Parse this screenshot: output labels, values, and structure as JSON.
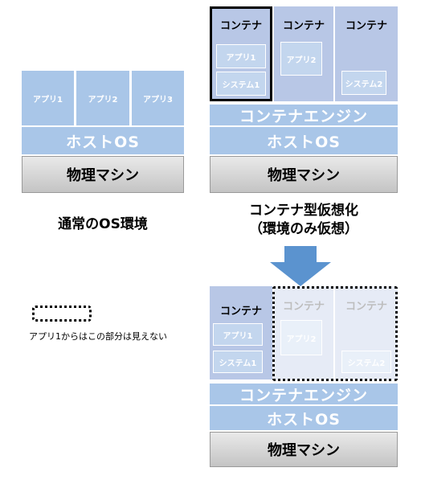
{
  "left": {
    "apps": [
      "アプリ1",
      "アプリ2",
      "アプリ3"
    ],
    "host_os": "ホストOS",
    "machine": "物理マシン",
    "caption": "通常のOS環境"
  },
  "right": {
    "containers": [
      {
        "title": "コンテナ",
        "app": "アプリ1",
        "system": "システム1"
      },
      {
        "title": "コンテナ",
        "app": "アプリ2"
      },
      {
        "title": "コンテナ",
        "system": "システム2"
      }
    ],
    "engine": "コンテナエンジン",
    "host_os": "ホストOS",
    "machine": "物理マシン",
    "caption_line1": "コンテナ型仮想化",
    "caption_line2": "（環境のみ仮想）"
  },
  "bottom": {
    "containers": [
      {
        "title": "コンテナ",
        "app": "アプリ1",
        "system": "システム1"
      },
      {
        "title": "コンテナ",
        "app": "アプリ2"
      },
      {
        "title": "コンテナ",
        "system": "システム2"
      }
    ],
    "engine": "コンテナエンジン",
    "host_os": "ホストOS",
    "machine": "物理マシン"
  },
  "legend": {
    "text": "アプリ1からはこの部分は見えない"
  },
  "colors": {
    "blue": "#a9c6e8",
    "container_bg": "#b8c7e6",
    "arrow": "#5b93cf"
  }
}
